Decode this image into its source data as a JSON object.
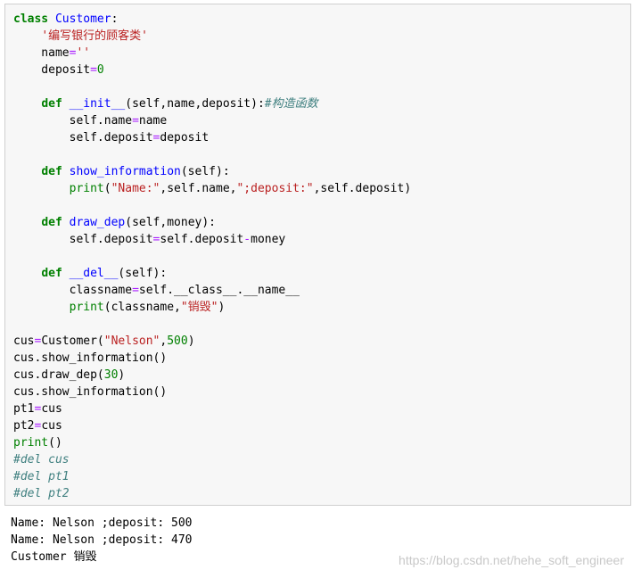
{
  "code": {
    "line_01": [
      {
        "t": "kw",
        "s": "class"
      },
      {
        "t": "",
        "s": " "
      },
      {
        "t": "cls",
        "s": "Customer"
      },
      {
        "t": "",
        "s": ":"
      }
    ],
    "line_02": [
      {
        "t": "",
        "s": "    "
      },
      {
        "t": "str",
        "s": "'编写银行的顾客类'"
      }
    ],
    "line_03": [
      {
        "t": "",
        "s": "    name"
      },
      {
        "t": "op",
        "s": "="
      },
      {
        "t": "str",
        "s": "''"
      }
    ],
    "line_04": [
      {
        "t": "",
        "s": "    deposit"
      },
      {
        "t": "op",
        "s": "="
      },
      {
        "t": "num",
        "s": "0"
      }
    ],
    "line_05": [
      {
        "t": "",
        "s": ""
      }
    ],
    "line_06": [
      {
        "t": "",
        "s": "    "
      },
      {
        "t": "kw",
        "s": "def"
      },
      {
        "t": "",
        "s": " "
      },
      {
        "t": "fn",
        "s": "__init__"
      },
      {
        "t": "",
        "s": "(self,name,deposit):"
      },
      {
        "t": "cm",
        "s": "#构造函数"
      }
    ],
    "line_07": [
      {
        "t": "",
        "s": "        self.name"
      },
      {
        "t": "op",
        "s": "="
      },
      {
        "t": "",
        "s": "name"
      }
    ],
    "line_08": [
      {
        "t": "",
        "s": "        self.deposit"
      },
      {
        "t": "op",
        "s": "="
      },
      {
        "t": "",
        "s": "deposit"
      }
    ],
    "line_09": [
      {
        "t": "",
        "s": ""
      }
    ],
    "line_10": [
      {
        "t": "",
        "s": "    "
      },
      {
        "t": "kw",
        "s": "def"
      },
      {
        "t": "",
        "s": " "
      },
      {
        "t": "fn",
        "s": "show_information"
      },
      {
        "t": "",
        "s": "(self):"
      }
    ],
    "line_11": [
      {
        "t": "",
        "s": "        "
      },
      {
        "t": "bi",
        "s": "print"
      },
      {
        "t": "",
        "s": "("
      },
      {
        "t": "str",
        "s": "\"Name:\""
      },
      {
        "t": "",
        "s": ",self.name,"
      },
      {
        "t": "str",
        "s": "\";deposit:\""
      },
      {
        "t": "",
        "s": ",self.deposit)"
      }
    ],
    "line_12": [
      {
        "t": "",
        "s": ""
      }
    ],
    "line_13": [
      {
        "t": "",
        "s": "    "
      },
      {
        "t": "kw",
        "s": "def"
      },
      {
        "t": "",
        "s": " "
      },
      {
        "t": "fn",
        "s": "draw_dep"
      },
      {
        "t": "",
        "s": "(self,money):"
      }
    ],
    "line_14": [
      {
        "t": "",
        "s": "        self.deposit"
      },
      {
        "t": "op",
        "s": "="
      },
      {
        "t": "",
        "s": "self.deposit"
      },
      {
        "t": "op",
        "s": "-"
      },
      {
        "t": "",
        "s": "money"
      }
    ],
    "line_15": [
      {
        "t": "",
        "s": ""
      }
    ],
    "line_16": [
      {
        "t": "",
        "s": "    "
      },
      {
        "t": "kw",
        "s": "def"
      },
      {
        "t": "",
        "s": " "
      },
      {
        "t": "fn",
        "s": "__del__"
      },
      {
        "t": "",
        "s": "(self):"
      }
    ],
    "line_17": [
      {
        "t": "",
        "s": "        classname"
      },
      {
        "t": "op",
        "s": "="
      },
      {
        "t": "",
        "s": "self.__class__.__name__"
      }
    ],
    "line_18": [
      {
        "t": "",
        "s": "        "
      },
      {
        "t": "bi",
        "s": "print"
      },
      {
        "t": "",
        "s": "(classname,"
      },
      {
        "t": "str",
        "s": "\"销毁\""
      },
      {
        "t": "",
        "s": ")"
      }
    ],
    "line_19": [
      {
        "t": "",
        "s": ""
      }
    ],
    "line_20": [
      {
        "t": "",
        "s": "cus"
      },
      {
        "t": "op",
        "s": "="
      },
      {
        "t": "",
        "s": "Customer("
      },
      {
        "t": "str",
        "s": "\"Nelson\""
      },
      {
        "t": "",
        "s": ","
      },
      {
        "t": "num",
        "s": "500"
      },
      {
        "t": "",
        "s": ")"
      }
    ],
    "line_21": [
      {
        "t": "",
        "s": "cus.show_information()"
      }
    ],
    "line_22": [
      {
        "t": "",
        "s": "cus.draw_dep("
      },
      {
        "t": "num",
        "s": "30"
      },
      {
        "t": "",
        "s": ")"
      }
    ],
    "line_23": [
      {
        "t": "",
        "s": "cus.show_information()"
      }
    ],
    "line_24": [
      {
        "t": "",
        "s": "pt1"
      },
      {
        "t": "op",
        "s": "="
      },
      {
        "t": "",
        "s": "cus"
      }
    ],
    "line_25": [
      {
        "t": "",
        "s": "pt2"
      },
      {
        "t": "op",
        "s": "="
      },
      {
        "t": "",
        "s": "cus"
      }
    ],
    "line_26": [
      {
        "t": "bi",
        "s": "print"
      },
      {
        "t": "",
        "s": "()"
      }
    ],
    "line_27": [
      {
        "t": "cm",
        "s": "#del cus"
      }
    ],
    "line_28": [
      {
        "t": "cm",
        "s": "#del pt1"
      }
    ],
    "line_29": [
      {
        "t": "cm",
        "s": "#del pt2"
      }
    ]
  },
  "output": {
    "line_1": "Name: Nelson ;deposit: 500",
    "line_2": "Name: Nelson ;deposit: 470",
    "line_3": "Customer 销毁"
  },
  "watermark": "https://blog.csdn.net/hehe_soft_engineer"
}
